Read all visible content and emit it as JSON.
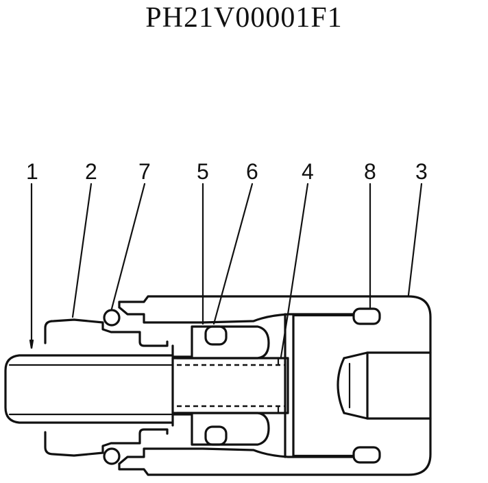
{
  "title": "PH21V00001F1",
  "callouts": [
    "1",
    "2",
    "7",
    "5",
    "6",
    "4",
    "8",
    "3"
  ]
}
